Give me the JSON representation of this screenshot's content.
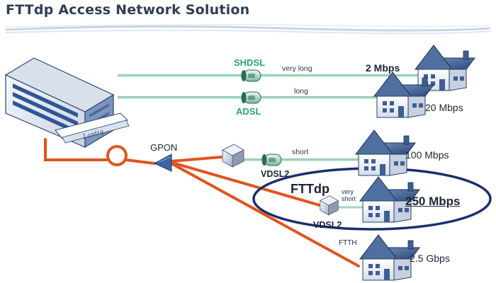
{
  "title": "FTTdp Access Network Solution",
  "logo_text": "Lantiq",
  "links": [
    {
      "technology": "SHDSL",
      "distance": "very long",
      "speed": "2 Mbps"
    },
    {
      "technology": "ADSL",
      "distance": "long",
      "speed": "20 Mbps"
    },
    {
      "technology": "VDSL2",
      "distance": "short",
      "speed": "100 Mbps"
    },
    {
      "technology": "VDSL2",
      "distance": "very short",
      "speed": "250 Mbps",
      "group_label": "FTTdp"
    },
    {
      "technology": "FTTH",
      "speed": "2.5 Gbps"
    }
  ],
  "splitter_label": "GPON",
  "colors": {
    "fiber": "#e0541f",
    "copper_link": "#9fd8bd",
    "highlight_ellipse": "#1b2f6e",
    "technology_text": "#2aa46c",
    "title_text": "#2f3e55"
  }
}
